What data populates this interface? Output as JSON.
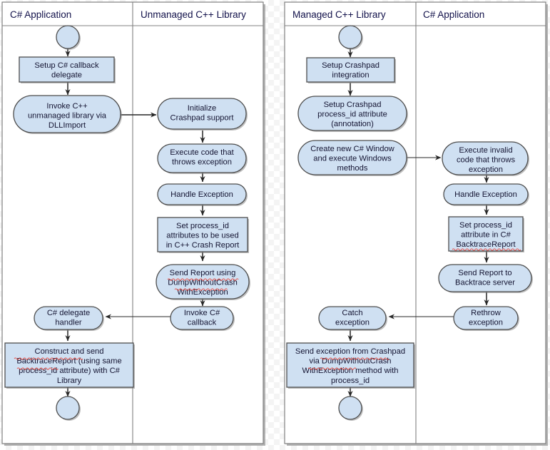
{
  "diagram": {
    "title": "Crashpad / Backtrace C# integration activity diagram",
    "type": "uml-activity-swimlane",
    "colors": {
      "node_fill": "#cfe0f2",
      "node_stroke": "#4d4d4d",
      "panel_stroke": "#808080",
      "flow_stroke": "#262626",
      "spellcheck_underline": "#e8463c",
      "background": "#ffffff"
    },
    "panels": [
      {
        "id": "panel-left",
        "lanes": [
          {
            "id": "lane-csharp-app-left",
            "title": "C# Application"
          },
          {
            "id": "lane-unmanaged-cpp",
            "title": "Unmanaged C++ Library"
          }
        ],
        "nodes": [
          {
            "id": "l-start",
            "kind": "start-circle",
            "lane": 0,
            "label": ""
          },
          {
            "id": "l-setup-delegate",
            "kind": "rect",
            "lane": 0,
            "label": "Setup C# callback\ndelegate"
          },
          {
            "id": "l-invoke-cpp",
            "kind": "rounded",
            "lane": 0,
            "label": "Invoke C++\nunmanaged library via\nDLLImport"
          },
          {
            "id": "l-init-crashpad",
            "kind": "rounded",
            "lane": 1,
            "label": "Initialize\nCrashpad support"
          },
          {
            "id": "l-exec-throws",
            "kind": "rounded",
            "lane": 1,
            "label": "Execute code that\nthrows exception"
          },
          {
            "id": "l-handle-exception",
            "kind": "rounded",
            "lane": 1,
            "label": "Handle Exception"
          },
          {
            "id": "l-set-process-id",
            "kind": "rect",
            "lane": 1,
            "label": "Set process_id\nattributes to be used\nin C++ Crash Report"
          },
          {
            "id": "l-send-report",
            "kind": "rounded",
            "lane": 1,
            "label": "Send Report using\nDumpWithoutCrash\nWithException"
          },
          {
            "id": "l-invoke-callback",
            "kind": "rounded",
            "lane": 1,
            "label": "Invoke C#\ncallback"
          },
          {
            "id": "l-delegate-handler",
            "kind": "rounded",
            "lane": 0,
            "label": "C# delegate\nhandler"
          },
          {
            "id": "l-construct-send",
            "kind": "rect",
            "lane": 0,
            "label": "Construct and send\nBacktraceReport (using same\nprocess_id attribute) with C#\nLibrary"
          },
          {
            "id": "l-end",
            "kind": "end-circle",
            "lane": 0,
            "label": ""
          }
        ],
        "edges": [
          {
            "from": "l-start",
            "to": "l-setup-delegate",
            "direction": "down"
          },
          {
            "from": "l-setup-delegate",
            "to": "l-invoke-cpp",
            "direction": "down"
          },
          {
            "from": "l-invoke-cpp",
            "to": "l-init-crashpad",
            "direction": "right"
          },
          {
            "from": "l-init-crashpad",
            "to": "l-exec-throws",
            "direction": "down"
          },
          {
            "from": "l-exec-throws",
            "to": "l-handle-exception",
            "direction": "down"
          },
          {
            "from": "l-handle-exception",
            "to": "l-set-process-id",
            "direction": "down"
          },
          {
            "from": "l-set-process-id",
            "to": "l-send-report",
            "direction": "down"
          },
          {
            "from": "l-send-report",
            "to": "l-invoke-callback",
            "direction": "down"
          },
          {
            "from": "l-invoke-callback",
            "to": "l-delegate-handler",
            "direction": "left"
          },
          {
            "from": "l-delegate-handler",
            "to": "l-construct-send",
            "direction": "down"
          },
          {
            "from": "l-construct-send",
            "to": "l-end",
            "direction": "down"
          }
        ]
      },
      {
        "id": "panel-right",
        "lanes": [
          {
            "id": "lane-managed-cpp",
            "title": "Managed C++ Library"
          },
          {
            "id": "lane-csharp-app-right",
            "title": "C# Application"
          }
        ],
        "nodes": [
          {
            "id": "r-start",
            "kind": "start-circle",
            "lane": 0,
            "label": ""
          },
          {
            "id": "r-setup-crashpad",
            "kind": "rect",
            "lane": 0,
            "label": "Setup Crashpad\nintegration"
          },
          {
            "id": "r-setup-attr",
            "kind": "rounded",
            "lane": 0,
            "label": "Setup Crashpad\nprocess_id attribute\n(annotation)"
          },
          {
            "id": "r-create-window",
            "kind": "rounded",
            "lane": 0,
            "label": "Create new C# Window\nand execute Windows\nmethods"
          },
          {
            "id": "r-exec-invalid",
            "kind": "rounded",
            "lane": 1,
            "label": "Execute invalid\ncode that throws\nexception"
          },
          {
            "id": "r-handle-exception",
            "kind": "rounded",
            "lane": 1,
            "label": "Handle Exception"
          },
          {
            "id": "r-set-attr",
            "kind": "rect",
            "lane": 1,
            "label": "Set process_id\nattribute in C#\nBacktraceReport"
          },
          {
            "id": "r-send-report",
            "kind": "rounded",
            "lane": 1,
            "label": "Send Report to\nBacktrace server"
          },
          {
            "id": "r-rethrow",
            "kind": "rounded",
            "lane": 1,
            "label": "Rethrow\nexception"
          },
          {
            "id": "r-catch",
            "kind": "rounded",
            "lane": 0,
            "label": "Catch\nexception"
          },
          {
            "id": "r-send-exception",
            "kind": "rect",
            "lane": 0,
            "label": "Send exception from Crashpad\nvia DumpWithoutCrash\nWithException method with\nprocess_id"
          },
          {
            "id": "r-end",
            "kind": "end-circle",
            "lane": 0,
            "label": ""
          }
        ],
        "edges": [
          {
            "from": "r-start",
            "to": "r-setup-crashpad",
            "direction": "down"
          },
          {
            "from": "r-setup-crashpad",
            "to": "r-setup-attr",
            "direction": "down"
          },
          {
            "from": "r-create-window",
            "to": "r-exec-invalid",
            "direction": "right"
          },
          {
            "from": "r-exec-invalid",
            "to": "r-handle-exception",
            "direction": "down"
          },
          {
            "from": "r-handle-exception",
            "to": "r-set-attr",
            "direction": "down"
          },
          {
            "from": "r-set-attr",
            "to": "r-send-report",
            "direction": "down"
          },
          {
            "from": "r-send-report",
            "to": "r-rethrow",
            "direction": "down"
          },
          {
            "from": "r-rethrow",
            "to": "r-catch",
            "direction": "left"
          },
          {
            "from": "r-catch",
            "to": "r-send-exception",
            "direction": "down"
          },
          {
            "from": "r-send-exception",
            "to": "r-end",
            "direction": "down"
          }
        ]
      }
    ]
  }
}
